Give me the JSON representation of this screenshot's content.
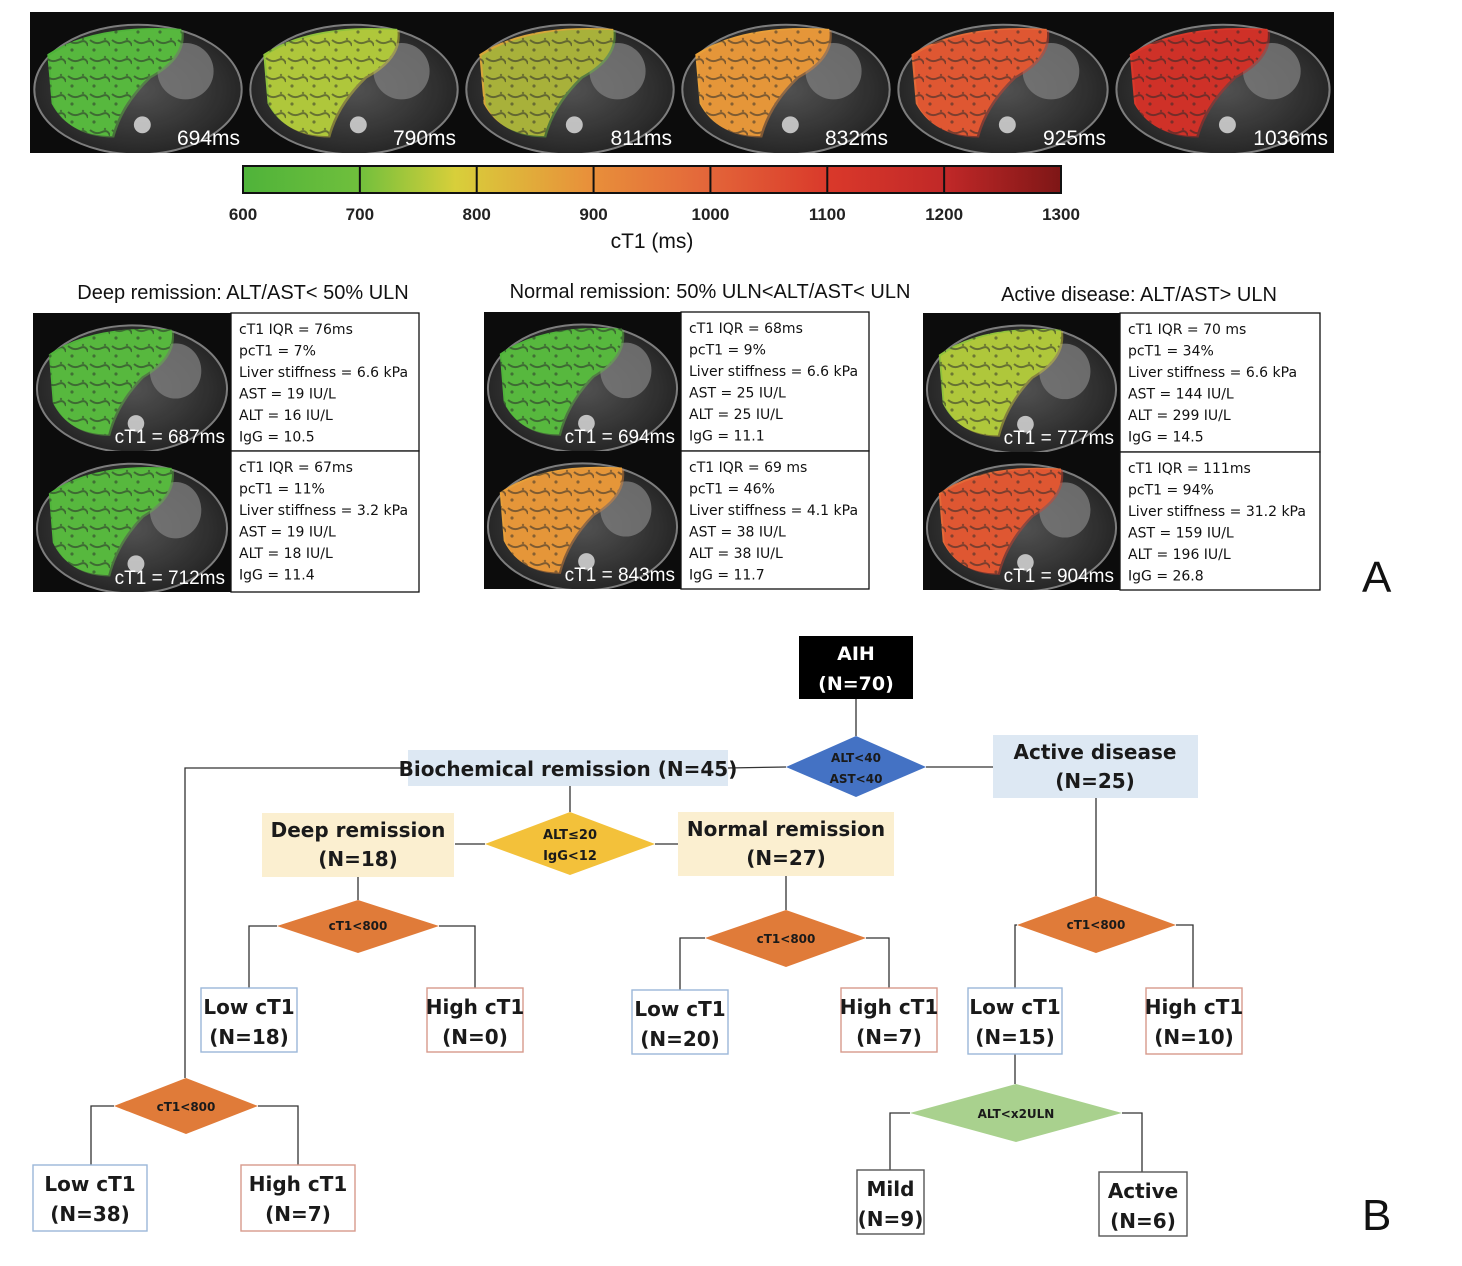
{
  "colors": {
    "green": "#4fb33a",
    "yellow": "#d8cf3a",
    "orange": "#e8913a",
    "red": "#d9382a",
    "darkred": "#8b1a1a",
    "blue_box": "#dde8f3",
    "cream_box": "#fbefd0",
    "diamond_blue": "#4472c4",
    "diamond_yellow": "#f3c13a",
    "diamond_orange": "#e07b39",
    "diamond_green": "#a9d18e"
  },
  "panel_a": {
    "scan_strip": [
      {
        "label": "694ms",
        "tint": "green"
      },
      {
        "label": "790ms",
        "tint": "yellowgreen"
      },
      {
        "label": "811ms",
        "tint": "mixed"
      },
      {
        "label": "832ms",
        "tint": "orange"
      },
      {
        "label": "925ms",
        "tint": "redorange"
      },
      {
        "label": "1036ms",
        "tint": "red"
      }
    ],
    "colorbar": {
      "ticks": [
        "600",
        "700",
        "800",
        "900",
        "1000",
        "1100",
        "1200",
        "1300"
      ],
      "label": "cT1 (ms)"
    },
    "groups": [
      {
        "title": "Deep remission: ALT/AST< 50% ULN",
        "cases": [
          {
            "cT1": "cT1 = 687ms",
            "tint": "green",
            "lines": [
              "cT1 IQR = 76ms",
              "pcT1 = 7%",
              "Liver stiffness = 6.6 kPa",
              "AST = 19 IU/L",
              "ALT = 16 IU/L",
              "IgG = 10.5"
            ]
          },
          {
            "cT1": "cT1 = 712ms",
            "tint": "green",
            "lines": [
              "cT1 IQR = 67ms",
              "pcT1 = 11%",
              "Liver stiffness = 3.2 kPa",
              "AST = 19 IU/L",
              "ALT = 18 IU/L",
              "IgG = 11.4"
            ]
          }
        ]
      },
      {
        "title": "Normal remission: 50% ULN<ALT/AST< ULN",
        "cases": [
          {
            "cT1": "cT1 = 694ms",
            "tint": "green",
            "lines": [
              "cT1 IQR = 68ms",
              "pcT1 = 9%",
              "Liver stiffness = 6.6 kPa",
              "AST = 25 IU/L",
              "ALT = 25 IU/L",
              "IgG = 11.1"
            ]
          },
          {
            "cT1": "cT1 = 843ms",
            "tint": "orange",
            "lines": [
              "cT1 IQR = 69 ms",
              "pcT1 = 46%",
              "Liver stiffness = 4.1 kPa",
              "AST = 38 IU/L",
              "ALT = 38 IU/L",
              "IgG = 11.7"
            ]
          }
        ]
      },
      {
        "title": "Active disease: ALT/AST> ULN",
        "cases": [
          {
            "cT1": "cT1 = 777ms",
            "tint": "yellowgreen",
            "lines": [
              "cT1 IQR = 70 ms",
              "pcT1 = 34%",
              "Liver stiffness = 6.6 kPa",
              "AST = 144 IU/L",
              "ALT = 299 IU/L",
              "IgG = 14.5"
            ]
          },
          {
            "cT1": "cT1 = 904ms",
            "tint": "redorange",
            "lines": [
              "cT1 IQR = 111ms",
              "pcT1 = 94%",
              "Liver stiffness = 31.2 kPa",
              "AST = 159 IU/L",
              "ALT = 196 IU/L",
              "IgG = 26.8"
            ]
          }
        ]
      }
    ],
    "letter": "A"
  },
  "panel_b": {
    "letter": "B",
    "root": {
      "line1": "AIH",
      "line2": "(N=70)"
    },
    "diamonds": {
      "alt40": {
        "line1": "ALT<40",
        "line2": "AST<40"
      },
      "alt20": {
        "line1": "ALT≤20",
        "line2": "IgG<12"
      },
      "ct1_a": "cT1<800",
      "ct1_b": "cT1<800",
      "ct1_c": "cT1<800",
      "ct1_d": "cT1<800",
      "altx2": "ALT<x2ULN"
    },
    "boxes": {
      "biochem": {
        "line1": "Biochemical remission (N=45)"
      },
      "active": {
        "line1": "Active disease",
        "line2": "(N=25)"
      },
      "deep": {
        "line1": "Deep remission",
        "line2": "(N=18)"
      },
      "normal": {
        "line1": "Normal remission",
        "line2": "(N=27)"
      },
      "deep_low": {
        "line1": "Low cT1",
        "line2": "(N=18)"
      },
      "deep_high": {
        "line1": "High cT1",
        "line2": "(N=0)"
      },
      "normal_low": {
        "line1": "Low cT1",
        "line2": "(N=20)"
      },
      "normal_high": {
        "line1": "High cT1",
        "line2": "(N=7)"
      },
      "active_low": {
        "line1": "Low cT1",
        "line2": "(N=15)"
      },
      "active_high": {
        "line1": "High cT1",
        "line2": "(N=10)"
      },
      "biochem_low": {
        "line1": "Low cT1",
        "line2": "(N=38)"
      },
      "biochem_high": {
        "line1": "High cT1",
        "line2": "(N=7)"
      },
      "mild": {
        "line1": "Mild",
        "line2": "(N=9)"
      },
      "active2": {
        "line1": "Active",
        "line2": "(N=6)"
      }
    }
  }
}
